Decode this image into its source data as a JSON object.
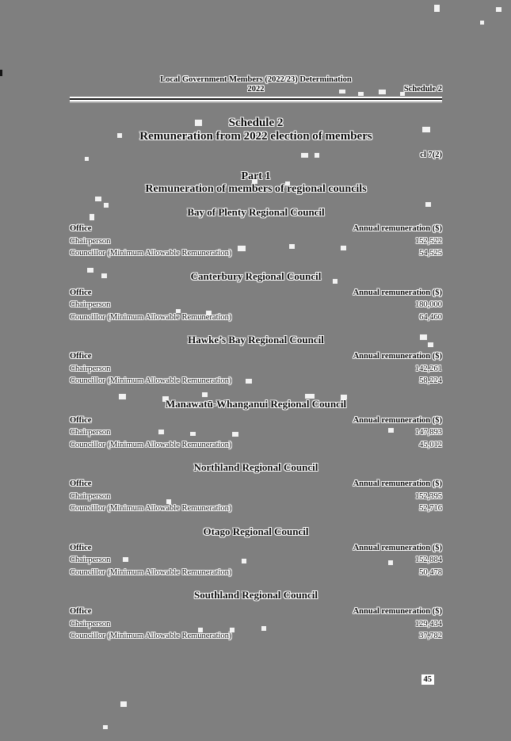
{
  "doc": {
    "running_header": {
      "line1": "Local Government Members (2022/23) Determination",
      "line2": "2022",
      "schedule_ref": "Schedule 2"
    },
    "schedule_heading": {
      "number": "Schedule 2",
      "title": "Remuneration from 2022 election of members",
      "clause_ref": "cl 7(2)"
    },
    "part_heading": {
      "number": "Part 1",
      "title": "Remuneration of members of regional councils"
    },
    "table_columns": {
      "office": "Office",
      "amount": "Annual remuneration ($)"
    },
    "councils": [
      {
        "name": "Bay of Plenty Regional Council",
        "rows": [
          {
            "office": "Chairperson",
            "amount": "152,522"
          },
          {
            "office": "Councillor (Minimum Allowable Remuneration)",
            "amount": "54,525"
          }
        ]
      },
      {
        "name": "Canterbury Regional Council",
        "rows": [
          {
            "office": "Chairperson",
            "amount": "180,000"
          },
          {
            "office": "Councillor (Minimum Allowable Remuneration)",
            "amount": "64,460"
          }
        ]
      },
      {
        "name": "Hawke’s Bay Regional Council",
        "rows": [
          {
            "office": "Chairperson",
            "amount": "142,261"
          },
          {
            "office": "Councillor (Minimum Allowable Remuneration)",
            "amount": "58,224"
          }
        ]
      },
      {
        "name": "Manawatū-Whanganui Regional Council",
        "rows": [
          {
            "office": "Chairperson",
            "amount": "147,893"
          },
          {
            "office": "Councillor (Minimum Allowable Remuneration)",
            "amount": "45,012"
          }
        ]
      },
      {
        "name": "Northland Regional Council",
        "rows": [
          {
            "office": "Chairperson",
            "amount": "152,395"
          },
          {
            "office": "Councillor (Minimum Allowable Remuneration)",
            "amount": "52,716"
          }
        ]
      },
      {
        "name": "Otago Regional Council",
        "rows": [
          {
            "office": "Chairperson",
            "amount": "152,884"
          },
          {
            "office": "Councillor (Minimum Allowable Remuneration)",
            "amount": "50,478"
          }
        ]
      },
      {
        "name": "Southland Regional Council",
        "rows": [
          {
            "office": "Chairperson",
            "amount": "129,434"
          },
          {
            "office": "Councillor (Minimum Allowable Remuneration)",
            "amount": "37,782"
          }
        ]
      }
    ],
    "page_number": "45"
  },
  "colors": {
    "paper": "#7f7f7f",
    "ink": "#0a0a0a",
    "halo": "#ffffff"
  }
}
